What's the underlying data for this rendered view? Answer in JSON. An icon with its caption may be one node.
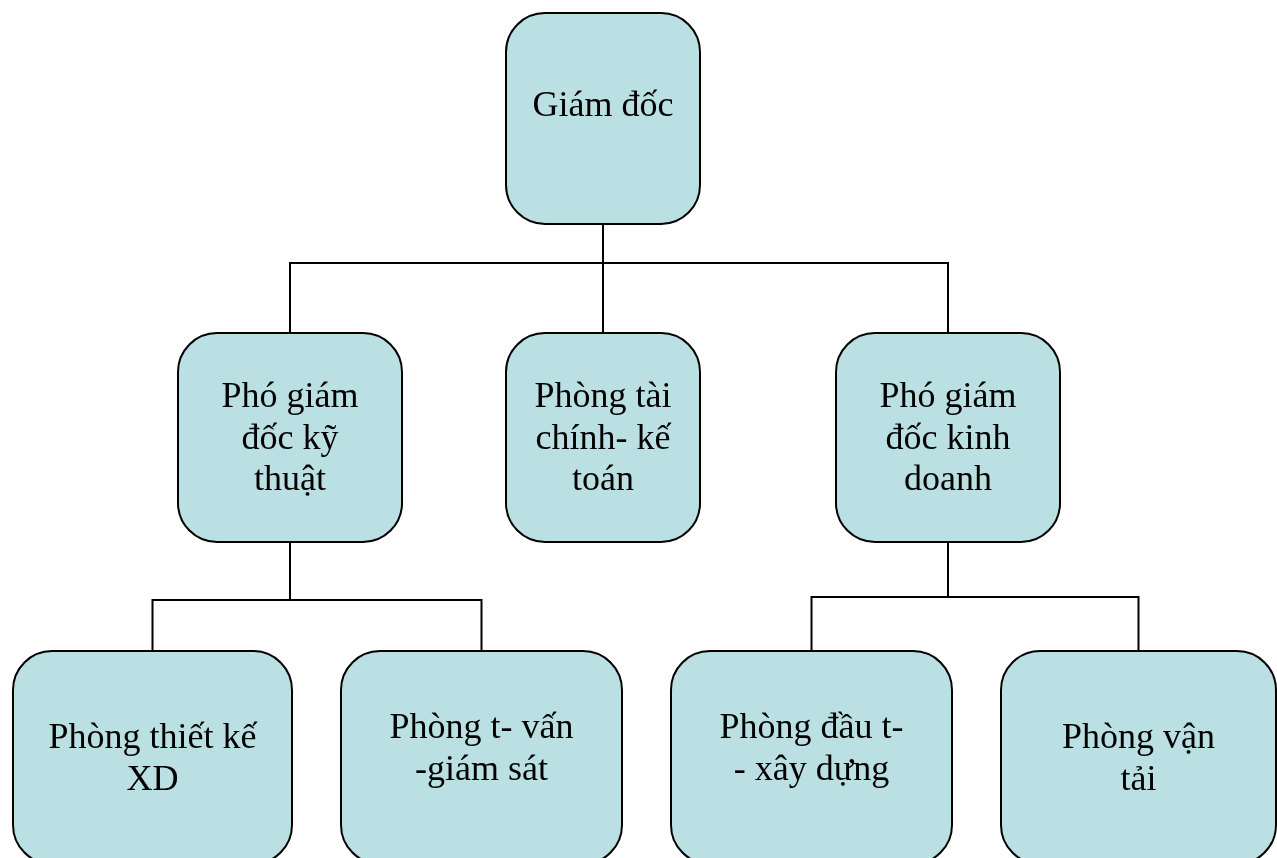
{
  "diagram": {
    "nodes": [
      {
        "text": [
          "Giám đốc"
        ]
      },
      {
        "text": [
          "Phó giám đốc kỹ thuật"
        ]
      },
      {
        "text": [
          "Phòng tài chính- kế toán"
        ]
      },
      {
        "text": [
          "Phó giám đốc kinh doanh"
        ]
      },
      {
        "text": [
          "Phòng thiết kế XD"
        ]
      },
      {
        "text": [
          "Phòng t-  vấn -giám sát"
        ]
      },
      {
        "text": [
          "Phòng đầu t-  - xây dựng"
        ]
      },
      {
        "text": [
          "Phòng vận tải"
        ]
      }
    ],
    "edges": [
      {
        "from": 0,
        "to": 1,
        "arrow": "none"
      },
      {
        "from": 0,
        "to": 2,
        "arrow": "none"
      },
      {
        "from": 0,
        "to": 3,
        "arrow": "none"
      },
      {
        "from": 1,
        "to": 4,
        "arrow": "none"
      },
      {
        "from": 1,
        "to": 5,
        "arrow": "none"
      },
      {
        "from": 3,
        "to": 6,
        "arrow": "none"
      },
      {
        "from": 3,
        "to": 7,
        "arrow": "none"
      }
    ]
  }
}
